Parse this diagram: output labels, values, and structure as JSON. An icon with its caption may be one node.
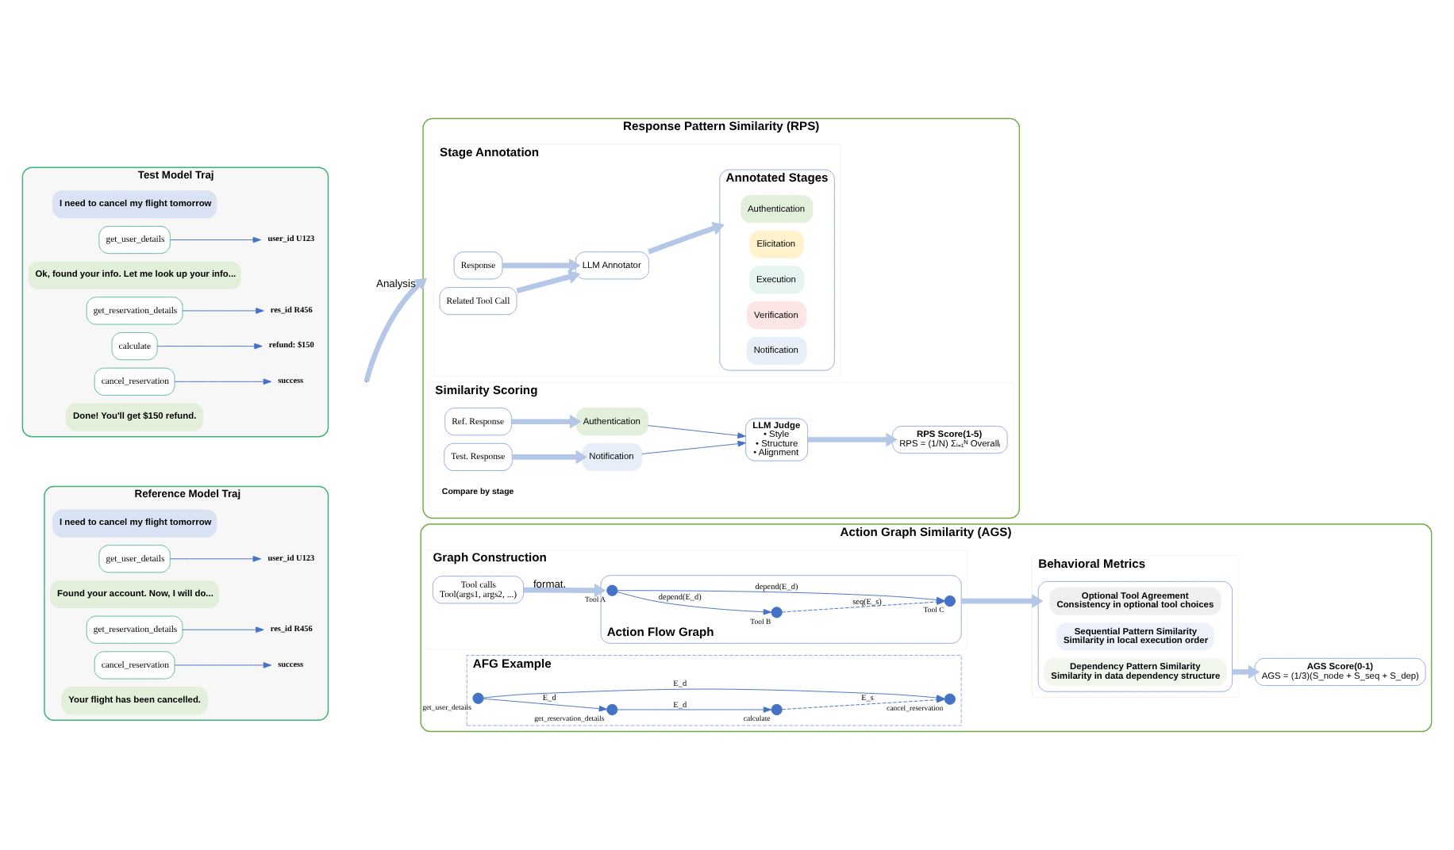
{
  "diagram": {
    "nodes": [
      {
        "text": [
          "Reference Model Traj"
        ]
      },
      {
        "text": [
          "I need to cancel my flight tomorrow"
        ],
        "in": 0
      },
      {
        "text": [
          "get_user_details"
        ],
        "in": 0
      },
      {
        "text": [
          "user_id U123"
        ],
        "in": 0
      },
      {
        "text": [
          "Found your account. Now, I will do..."
        ],
        "in": 0
      },
      {
        "text": [
          "get_reservation_details"
        ],
        "in": 0
      },
      {
        "text": [
          "res_id R456"
        ],
        "in": 0
      },
      {
        "text": [
          "cancel_reservation"
        ],
        "in": 0
      },
      {
        "text": [
          "success"
        ],
        "in": 0
      },
      {
        "text": [
          "Your flight has been cancelled."
        ],
        "in": 0
      },
      {
        "text": [
          "Test Model Traj"
        ]
      },
      {
        "text": [
          "I need to cancel my flight tomorrow"
        ],
        "in": 10
      },
      {
        "text": [
          "get_user_details"
        ],
        "in": 10
      },
      {
        "text": [
          "user_id U123"
        ],
        "in": 10
      },
      {
        "text": [
          "Ok, found your info. Let me look up your info..."
        ],
        "in": 10
      },
      {
        "text": [
          "get_reservation_details"
        ],
        "in": 10
      },
      {
        "text": [
          "res_id R456"
        ],
        "in": 10
      },
      {
        "text": [
          "calculate"
        ],
        "in": 10
      },
      {
        "text": [
          "refund: $150"
        ],
        "in": 10
      },
      {
        "text": [
          "cancel_reservation"
        ],
        "in": 10
      },
      {
        "text": [
          "success"
        ],
        "in": 10
      },
      {
        "text": [
          "Done! You'll get $150 refund."
        ],
        "in": 10
      },
      {
        "text": [
          "Response Pattern Similarity (RPS)"
        ]
      },
      {
        "text": [
          "Stage Annotation"
        ],
        "in": 22
      },
      {
        "text": [
          "Response"
        ],
        "in": 23
      },
      {
        "text": [
          "Related Tool Call"
        ],
        "in": 23
      },
      {
        "text": [
          "LLM Annotator"
        ],
        "in": 23
      },
      {
        "text": [
          "Annotated Stages"
        ],
        "in": 23
      },
      {
        "text": [
          "Authentication"
        ],
        "in": 27
      },
      {
        "text": [
          "Elicitation"
        ],
        "in": 27
      },
      {
        "text": [
          "Execution"
        ],
        "in": 27
      },
      {
        "text": [
          "Verification"
        ],
        "in": 27
      },
      {
        "text": [
          "Notification"
        ],
        "in": 27
      },
      {
        "text": [
          "Similarity Scoring"
        ],
        "in": 22
      },
      {
        "text": [
          "Ref. Response"
        ],
        "in": 33
      },
      {
        "text": [
          "Test. Response"
        ],
        "in": 33
      },
      {
        "text": [
          "Authentication"
        ],
        "in": 33
      },
      {
        "text": [
          "Notification"
        ],
        "in": 33
      },
      {
        "text": [
          "LLM Judge",
          "• Style",
          "• Structure",
          "• Alignment"
        ],
        "in": 33
      },
      {
        "text": [
          "RPS Score(1-5)",
          "RPS = (1/N) Σᵢ₌₁ᴺ Overallᵢ"
        ],
        "in": 33
      },
      {
        "text": [
          "Action Graph Similarity (AGS)"
        ]
      },
      {
        "text": [
          "Graph Construction"
        ],
        "in": 40
      },
      {
        "text": [
          "Tool calls",
          "Tool(args1, args2, ...)"
        ],
        "in": 41
      },
      {
        "text": [
          "Action Flow Graph"
        ],
        "in": 41
      },
      {
        "text": [],
        "shape": "circle",
        "beside": [
          "Tool A"
        ],
        "in": 43
      },
      {
        "text": [],
        "shape": "circle",
        "beside": [
          "Tool B"
        ],
        "in": 43
      },
      {
        "text": [],
        "shape": "circle",
        "beside": [
          "Tool C"
        ],
        "in": 43
      },
      {
        "text": [
          "AFG Example"
        ],
        "in": 40
      },
      {
        "text": [],
        "shape": "circle",
        "beside": [
          "get_user_details"
        ],
        "in": 47
      },
      {
        "text": [],
        "shape": "circle",
        "beside": [
          "get_reservation_details"
        ],
        "in": 47
      },
      {
        "text": [],
        "shape": "circle",
        "beside": [
          "calculate"
        ],
        "in": 47
      },
      {
        "text": [],
        "shape": "circle",
        "beside": [
          "cancel_reservation"
        ],
        "in": 47
      },
      {
        "text": [
          "Behavioral Metrics"
        ],
        "in": 40
      },
      {
        "text": [],
        "shape": "box",
        "in": 52
      },
      {
        "text": [
          "Optional Tool Agreement",
          "Consistency in optional tool choices"
        ],
        "in": 53
      },
      {
        "text": [
          "Sequential Pattern Similarity",
          "Similarity in local execution order"
        ],
        "in": 53
      },
      {
        "text": [
          "Dependency Pattern Similarity",
          "Similarity in data dependency structure"
        ],
        "in": 53
      },
      {
        "text": [
          "AGS Score(0-1)",
          "AGS = (1/3)(S_node + S_seq + S_dep)"
        ],
        "in": 40
      }
    ],
    "edges": [
      {
        "from": 2,
        "to": 3,
        "arrow": "to"
      },
      {
        "from": 5,
        "to": 6,
        "arrow": "to"
      },
      {
        "from": 7,
        "to": 8,
        "arrow": "to"
      },
      {
        "from": 12,
        "to": 13,
        "arrow": "to"
      },
      {
        "from": 15,
        "to": 16,
        "arrow": "to"
      },
      {
        "from": 17,
        "to": 18,
        "arrow": "to"
      },
      {
        "from": 19,
        "to": 20,
        "arrow": "to"
      },
      {
        "from": null,
        "to": 22,
        "arrow": "to",
        "label": "Analysis",
        "style": "thick",
        "color": "#b4c7e7"
      },
      {
        "from": 24,
        "to": 26,
        "arrow": "to",
        "style": "thick",
        "color": "#b4c7e7"
      },
      {
        "from": 25,
        "to": 26,
        "arrow": "to",
        "style": "thick",
        "color": "#b4c7e7"
      },
      {
        "from": 26,
        "to": 27,
        "arrow": "to",
        "style": "thick",
        "color": "#b4c7e7"
      },
      {
        "from": 34,
        "to": 36,
        "arrow": "to",
        "style": "thick",
        "color": "#b4c7e7"
      },
      {
        "from": 35,
        "to": 37,
        "arrow": "to",
        "style": "thick",
        "color": "#b4c7e7"
      },
      {
        "from": 36,
        "to": 38,
        "arrow": "to"
      },
      {
        "from": 37,
        "to": 38,
        "arrow": "to"
      },
      {
        "from": 38,
        "to": 39,
        "arrow": "to",
        "style": "thick",
        "color": "#b4c7e7"
      },
      {
        "from": 42,
        "to": 43,
        "arrow": "to",
        "label": "format.",
        "style": "thick",
        "color": "#b4c7e7"
      },
      {
        "from": 44,
        "to": 46,
        "arrow": "to",
        "label": "depend(E_d)"
      },
      {
        "from": 44,
        "to": 45,
        "arrow": "to",
        "label": "depend(E_d)"
      },
      {
        "from": 45,
        "to": 46,
        "arrow": "to",
        "label": "seq(E_s)",
        "style": "dashed"
      },
      {
        "from": 48,
        "to": 49,
        "arrow": "to",
        "label": "E_d"
      },
      {
        "from": 48,
        "to": 51,
        "arrow": "to",
        "label": "E_d"
      },
      {
        "from": 49,
        "to": 50,
        "arrow": "to",
        "label": "E_d"
      },
      {
        "from": 50,
        "to": 51,
        "arrow": "to",
        "label": "E_s",
        "style": "dashed"
      },
      {
        "from": 43,
        "to": 53,
        "arrow": "to",
        "style": "thick",
        "color": "#b4c7e7"
      },
      {
        "from": 53,
        "to": 57,
        "arrow": "to",
        "style": "thick",
        "color": "#b4c7e7"
      }
    ],
    "labels": [
      "Compare by stage"
    ]
  }
}
